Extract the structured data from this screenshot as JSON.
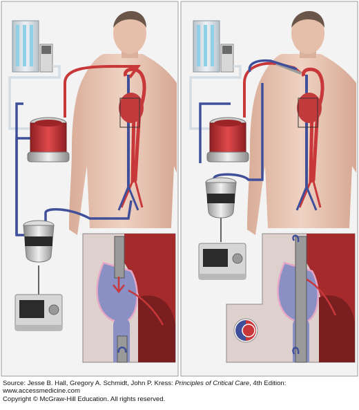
{
  "caption": {
    "source_prefix": "Source: Jesse B. Hall, Gregory A. Schmidt, John P. Kress: ",
    "book_title": "Principles of Critical Care",
    "edition": ", 4th Edition:",
    "url": "www.accessmedicine.com",
    "copyright": "Copyright © McGraw-Hill Education. All rights reserved."
  },
  "colors": {
    "background": "#ffffff",
    "panel": "#f3f3f3",
    "oxygenated_blood": "#c8383a",
    "deoxygenated_blood": "#3f4f9a",
    "skin": "#e7c2ae",
    "device_gray": "#9a9a9a"
  },
  "icons": [
    "oxygenator",
    "blood-pump",
    "console-monitor",
    "gas-blender",
    "heart-detail-inset",
    "dual-lumen-cannula-icon"
  ]
}
